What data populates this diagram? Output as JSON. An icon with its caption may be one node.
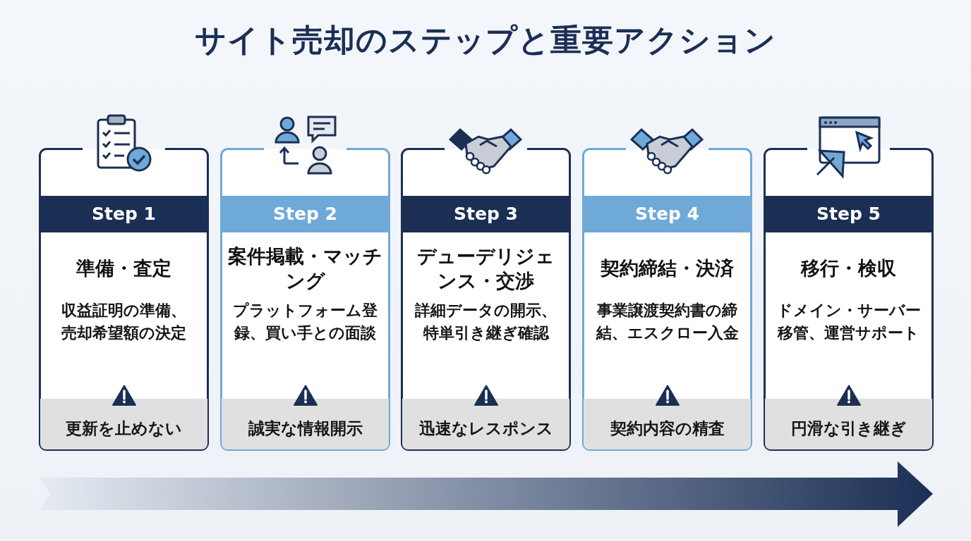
{
  "diagram": {
    "title": "サイト売却のステップと重要アクション",
    "nodes": [
      {
        "text": [
          "Step 1",
          "準備・査定",
          "収益証明の準備、売却希望額の決定",
          "更新を止めない"
        ]
      },
      {
        "text": [
          "Step 2",
          "案件掲載・マッチング",
          "プラットフォーム登録、買い手との面談",
          "誠実な情報開示"
        ]
      },
      {
        "text": [
          "Step 3",
          "デューデリジェンス・交渉",
          "詳細データの開示、特単引き継ぎ確認",
          "迅速なレスポンス"
        ]
      },
      {
        "text": [
          "Step 4",
          "契約締結・決済",
          "事業譲渡契約書の締結、エスクロー入金",
          "契約内容の精査"
        ]
      },
      {
        "text": [
          "Step 5",
          "移行・検収",
          "ドメイン・サーバー移管、運営サポート",
          "円滑な引き継ぎ"
        ]
      }
    ]
  }
}
